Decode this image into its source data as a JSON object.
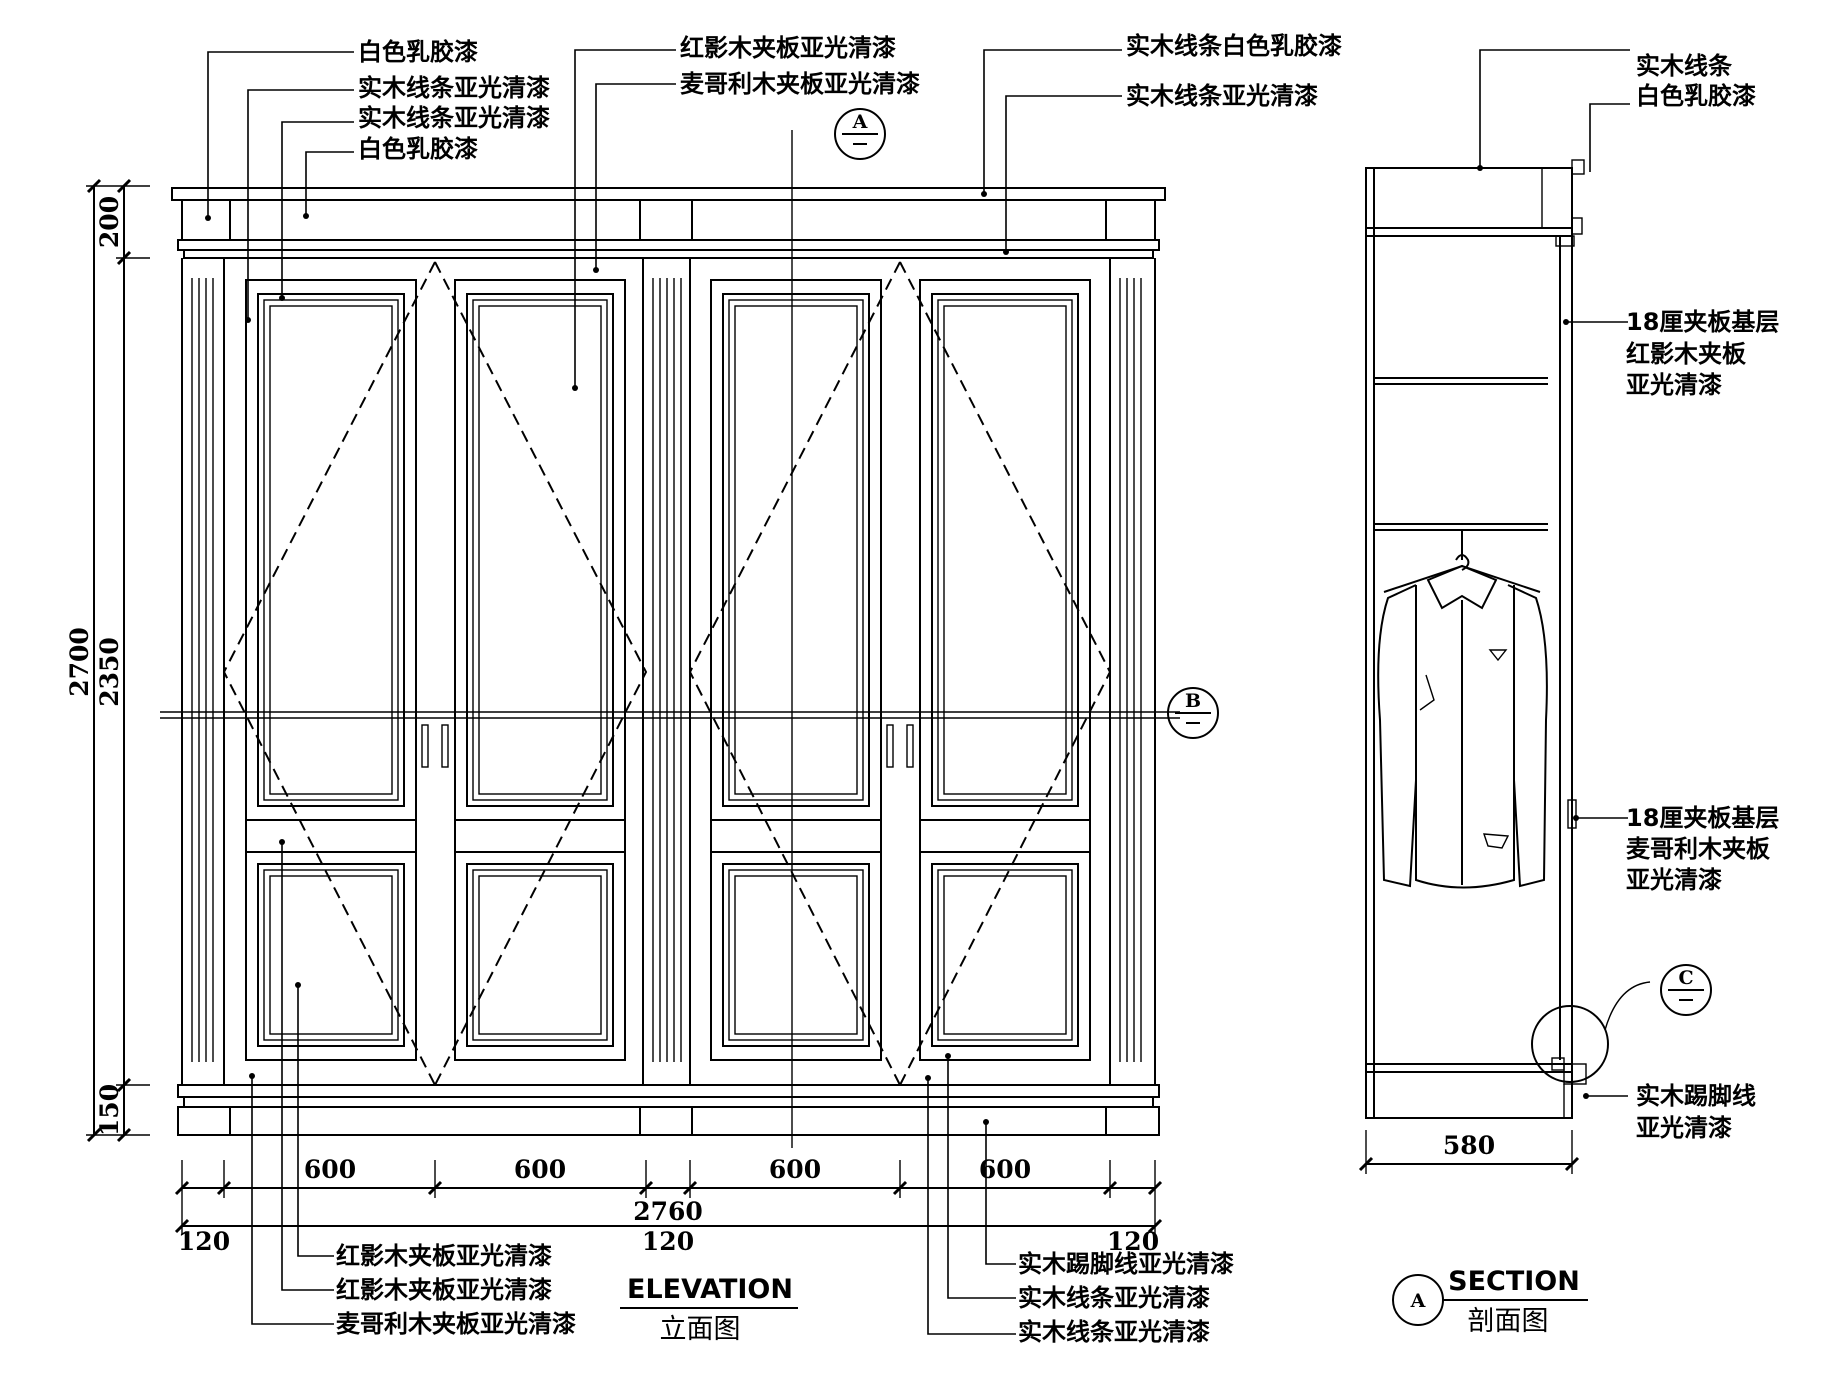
{
  "elevation": {
    "title_en": "ELEVATION",
    "title_cn": "立面图",
    "dims": {
      "overall_height": "2700",
      "body_height": "2350",
      "top_height": "200",
      "base_height": "150",
      "door_width_1": "600",
      "door_width_2": "600",
      "door_width_3": "600",
      "door_width_4": "600",
      "overall_width": "2760",
      "pilaster_left": "120",
      "pilaster_middle": "120",
      "pilaster_right": "120"
    },
    "notes_top_left": [
      "白色乳胶漆",
      "实木线条亚光清漆",
      "实木线条亚光清漆",
      "白色乳胶漆"
    ],
    "notes_top_center": [
      "红影木夹板亚光清漆",
      "麦哥利木夹板亚光清漆"
    ],
    "notes_top_right": [
      "实木线条白色乳胶漆",
      "实木线条亚光清漆"
    ],
    "notes_bottom_left": [
      "红影木夹板亚光清漆",
      "红影木夹板亚光清漆",
      "麦哥利木夹板亚光清漆"
    ],
    "notes_bottom_right": [
      "实木踢脚线亚光清漆",
      "实木线条亚光清漆",
      "实木线条亚光清漆"
    ],
    "section_marker_a": "A",
    "section_marker_b": "B"
  },
  "section": {
    "title_en": "SECTION",
    "title_cn": "剖面图",
    "marker": "A",
    "detail_marker": "C",
    "depth_dim": "580",
    "notes": {
      "top": [
        "实木线条",
        "白色乳胶漆"
      ],
      "side_upper": [
        "18厘夹板基层",
        "红影木夹板",
        "亚光清漆"
      ],
      "side_lower": [
        "18厘夹板基层",
        "麦哥利木夹板",
        "亚光清漆"
      ],
      "base": [
        "实木踢脚线",
        "亚光清漆"
      ]
    }
  }
}
